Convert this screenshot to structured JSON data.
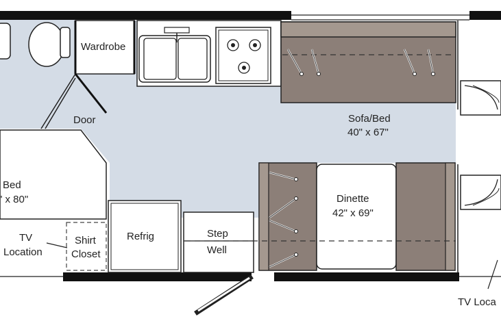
{
  "labels": {
    "wardrobe": "Wardrobe",
    "door": "Door",
    "sofa_bed_name": "Sofa/Bed",
    "sofa_bed_size": "40\" x 67\"",
    "bed_name": "Bed",
    "bed_size": "\" x 80\"",
    "dinette_name": "Dinette",
    "dinette_size": "42\" x 69\"",
    "tv_location_left_1": "TV",
    "tv_location_left_2": "Location",
    "shirt_closet_1": "Shirt",
    "shirt_closet_2": "Closet",
    "refrig": "Refrig",
    "step_well_1": "Step",
    "step_well_2": "Well",
    "tv_location_right": "TV Loca"
  },
  "colors": {
    "floor": "#d4dce6",
    "furniture": "#8c7f78",
    "wall": "#111111",
    "line": "#222222"
  }
}
